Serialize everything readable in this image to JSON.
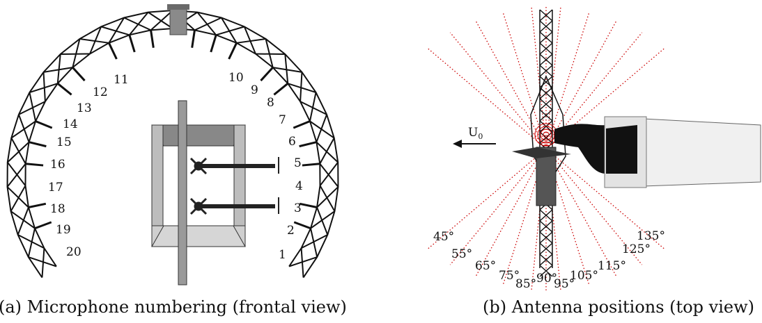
{
  "panel_a": {
    "caption": "(a) Microphone numbering (frontal view)",
    "microphones": [
      "1",
      "2",
      "3",
      "4",
      "5",
      "6",
      "7",
      "8",
      "9",
      "10",
      "11",
      "12",
      "13",
      "14",
      "15",
      "16",
      "17",
      "18",
      "19",
      "20"
    ]
  },
  "panel_b": {
    "caption": "(b) Antenna positions (top view)",
    "flow_label": "U",
    "flow_subscript": "0",
    "angles": [
      "45°",
      "55°",
      "65°",
      "75°",
      "85°",
      "90°",
      "95°",
      "105°",
      "115°",
      "125°",
      "135°"
    ]
  },
  "colors": {
    "structure": "#111111",
    "rays": "#cc0000",
    "body_gray": "#9a9a9a",
    "dark": "#222222"
  }
}
